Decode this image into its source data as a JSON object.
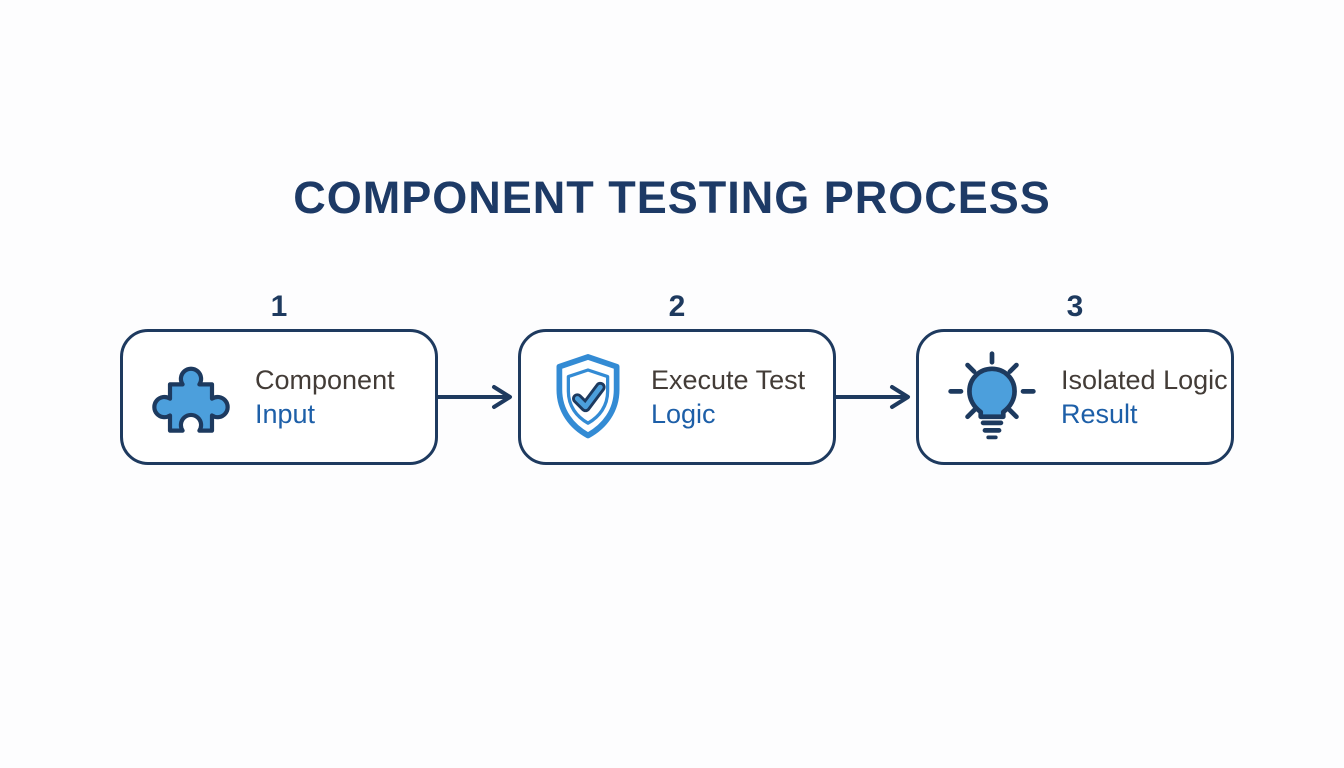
{
  "title": "COMPONENT TESTING PROCESS",
  "colors": {
    "navy": "#1e3a5f",
    "title_navy": "#1d3a66",
    "icon_blue": "#4c9fdc",
    "shield_blue": "#338bd4",
    "text_dark": "#433c37",
    "text_blue": "#1d5fa8",
    "background": "#fdfdfe",
    "box_fill": "#ffffff"
  },
  "steps": [
    {
      "number": "1",
      "line1": "Component",
      "line2": "Input",
      "icon": "puzzle-piece-icon"
    },
    {
      "number": "2",
      "line1": "Execute Test",
      "line2": "Logic",
      "icon": "shield-check-icon"
    },
    {
      "number": "3",
      "line1": "Isolated Logic",
      "line2": "Result",
      "icon": "lightbulb-icon"
    }
  ]
}
